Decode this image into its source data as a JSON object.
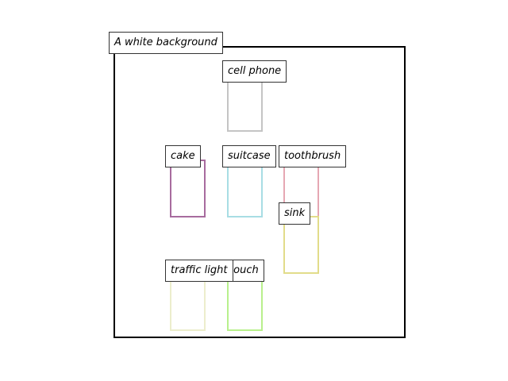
{
  "scene": {
    "label": "A white background",
    "frame_color": "#000000"
  },
  "objects": [
    {
      "id": "cell-phone",
      "label": "cell phone",
      "color": "#c4c4c4"
    },
    {
      "id": "cake",
      "label": "cake",
      "color": "#a76b9e"
    },
    {
      "id": "suitcase",
      "label": "suitcase",
      "color": "#a8dde4"
    },
    {
      "id": "toothbrush",
      "label": "toothbrush",
      "color": "#e6a7b3"
    },
    {
      "id": "sink",
      "label": "sink",
      "color": "#e2dc8a"
    },
    {
      "id": "traffic-light",
      "label": "traffic light",
      "color": "#ecedcc"
    },
    {
      "id": "couch",
      "label": "couch",
      "color": "#b8f08c"
    }
  ]
}
